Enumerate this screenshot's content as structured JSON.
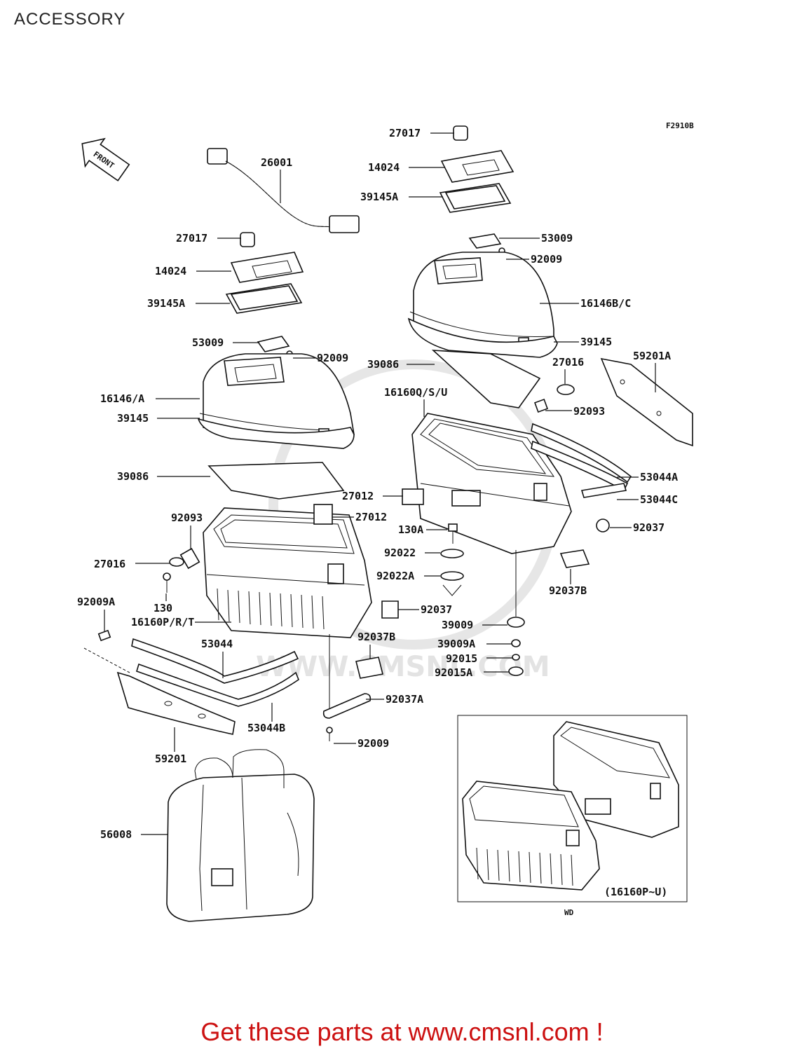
{
  "page_title": "ACCESSORY",
  "figure_code": "F2910B",
  "front_indicator": "FRONT",
  "watermark": "WWW.CMSNL.COM",
  "parts": [
    {
      "id": "27017-top",
      "label": "27017"
    },
    {
      "id": "14024-top",
      "label": "14024"
    },
    {
      "id": "39145A-top",
      "label": "39145A"
    },
    {
      "id": "26001",
      "label": "26001"
    },
    {
      "id": "53009-right",
      "label": "53009"
    },
    {
      "id": "92009-right",
      "label": "92009"
    },
    {
      "id": "27017-left",
      "label": "27017"
    },
    {
      "id": "14024-left",
      "label": "14024"
    },
    {
      "id": "39145A-left",
      "label": "39145A"
    },
    {
      "id": "16146BC",
      "label": "16146B/C"
    },
    {
      "id": "39145-right",
      "label": "39145"
    },
    {
      "id": "53009-left",
      "label": "53009"
    },
    {
      "id": "92009-left",
      "label": "92009"
    },
    {
      "id": "59201A",
      "label": "59201A"
    },
    {
      "id": "39086-right",
      "label": "39086"
    },
    {
      "id": "27016-right",
      "label": "27016"
    },
    {
      "id": "16160QSU",
      "label": "16160Q/S/U"
    },
    {
      "id": "16146A",
      "label": "16146/A"
    },
    {
      "id": "92093-right",
      "label": "92093"
    },
    {
      "id": "39145-left",
      "label": "39145"
    },
    {
      "id": "39086-left",
      "label": "39086"
    },
    {
      "id": "53044A",
      "label": "53044A"
    },
    {
      "id": "27012-a",
      "label": "27012"
    },
    {
      "id": "53044C",
      "label": "53044C"
    },
    {
      "id": "27012-b",
      "label": "27012"
    },
    {
      "id": "92093-left",
      "label": "92093"
    },
    {
      "id": "130A",
      "label": "130A"
    },
    {
      "id": "92037-right",
      "label": "92037"
    },
    {
      "id": "92022",
      "label": "92022"
    },
    {
      "id": "27016-left",
      "label": "27016"
    },
    {
      "id": "92022A",
      "label": "92022A"
    },
    {
      "id": "92037B-right",
      "label": "92037B"
    },
    {
      "id": "130",
      "label": "130"
    },
    {
      "id": "92009A",
      "label": "92009A"
    },
    {
      "id": "92037-center",
      "label": "92037"
    },
    {
      "id": "16160PRT",
      "label": "16160P/R/T"
    },
    {
      "id": "39009",
      "label": "39009"
    },
    {
      "id": "92037B-center",
      "label": "92037B"
    },
    {
      "id": "53044",
      "label": "53044"
    },
    {
      "id": "39009A",
      "label": "39009A"
    },
    {
      "id": "92015",
      "label": "92015"
    },
    {
      "id": "92015A",
      "label": "92015A"
    },
    {
      "id": "92037A",
      "label": "92037A"
    },
    {
      "id": "53044B",
      "label": "53044B"
    },
    {
      "id": "92009-bottom",
      "label": "92009"
    },
    {
      "id": "59201",
      "label": "59201"
    },
    {
      "id": "56008",
      "label": "56008"
    }
  ],
  "inset": {
    "caption": "(16160P~U)",
    "model_tag": "WD"
  },
  "call_to_action": "Get these parts at www.cmsnl.com !"
}
